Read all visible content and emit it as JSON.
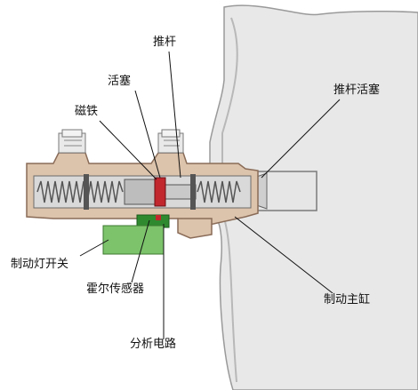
{
  "labels": {
    "push_rod": "推杆",
    "piston": "活塞",
    "magnet": "磁铁",
    "push_rod_piston": "推杆活塞",
    "brake_light_switch": "制动灯开关",
    "hall_sensor": "霍尔传感器",
    "brake_master_cylinder": "制动主缸",
    "analysis_circuit": "分析电路"
  },
  "colors": {
    "housing": "#dcc3ab",
    "housing_outline": "#8a6c58",
    "bore": "#d9d9d9",
    "spring": "#555555",
    "magnet": "#c1272d",
    "sensor": "#2f8a2f",
    "switch": "#7cc36b",
    "booster": "#e8e8e8",
    "leader": "#111111"
  }
}
